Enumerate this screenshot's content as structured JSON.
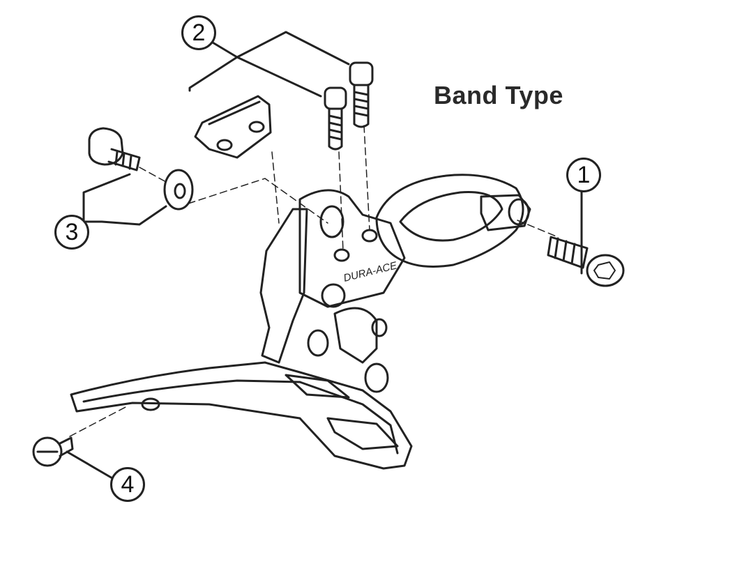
{
  "title": "Band Type",
  "brand_mark": "DURA-ACE",
  "callouts": [
    {
      "id": "1",
      "label": "1",
      "part": "clamp-bolt"
    },
    {
      "id": "2",
      "label": "2",
      "part": "cable-guide-screws"
    },
    {
      "id": "3",
      "label": "3",
      "part": "adjust-bolt-and-washer"
    },
    {
      "id": "4",
      "label": "4",
      "part": "stroke-adjust-screw"
    }
  ],
  "colors": {
    "line": "#222222",
    "background": "#ffffff"
  }
}
